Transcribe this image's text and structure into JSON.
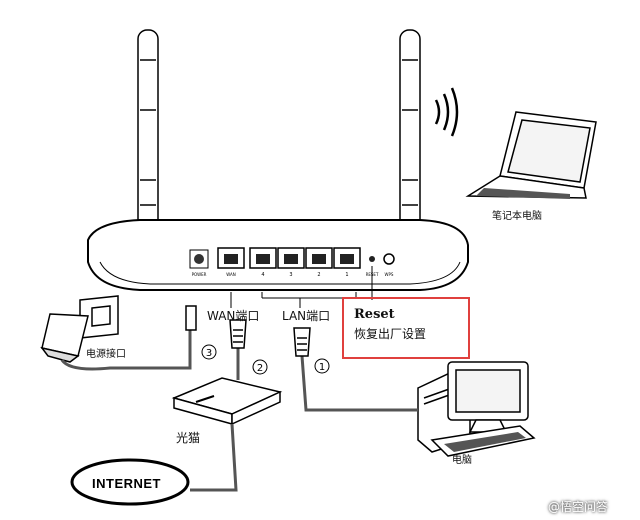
{
  "labels": {
    "wan_port": "WAN端口",
    "lan_port": "LAN端口",
    "power_port": "电源接口",
    "laptop": "笔记本电脑",
    "computer": "电脑",
    "modem": "光猫",
    "internet": "INTERNET",
    "reset_title": "Reset",
    "reset_desc": "恢复出厂设置",
    "step1": "1",
    "step2": "2",
    "step3": "3"
  },
  "router_ports": {
    "power": "POWER",
    "wan": "WAN",
    "lan4": "4",
    "lan3": "3",
    "lan2": "2",
    "lan1": "1",
    "reset": "RESET",
    "wps": "WPS"
  },
  "watermark": "@悟空问答",
  "colors": {
    "highlight": "#e0403e",
    "line": "#000000",
    "cable": "#555555"
  }
}
